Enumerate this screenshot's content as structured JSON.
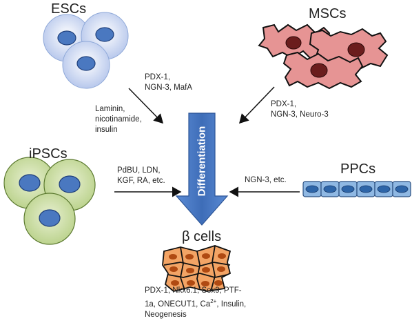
{
  "nodes": {
    "escs": "ESCs",
    "mscs": "MSCs",
    "ipscs": "iPSCs",
    "ppcs": "PPCs",
    "beta": "β cells"
  },
  "center_arrow": "Differentiation",
  "labels": {
    "escs_factors": [
      "PDX-1,",
      "NGN-3, MafA"
    ],
    "escs_media": [
      "Laminin,",
      "nicotinamide,",
      "insulin"
    ],
    "mscs_factors": [
      "PDX-1,",
      "NGN-3, Neuro-3"
    ],
    "ipscs_factors": [
      "PdBU, LDN,",
      "KGF, RA, etc."
    ],
    "ppcs_factors": "NGN-3, etc.",
    "beta_line1": "PDX-1, Nkx6.1, Sox9, PTF-",
    "beta_line2_a": "1a, ONECUT1, Ca",
    "beta_line2_sup": "2+",
    "beta_line2_b": ", Insulin,",
    "beta_line3": "Neogenesis"
  },
  "colors": {
    "esc_fill": "#c9d6f0",
    "esc_nucleus": "#4a78c0",
    "msc_fill": "#e69494",
    "msc_nucleus": "#6b1d1d",
    "ipsc_fill": "#cfe0a8",
    "ipsc_nucleus": "#4a78c0",
    "ppc_fill": "#8fb8e3",
    "ppc_nucleus": "#2e65a8",
    "beta_fill": "#f3a465",
    "beta_nucleus": "#b04a12",
    "arrow_fill": "#4a7bc4"
  }
}
